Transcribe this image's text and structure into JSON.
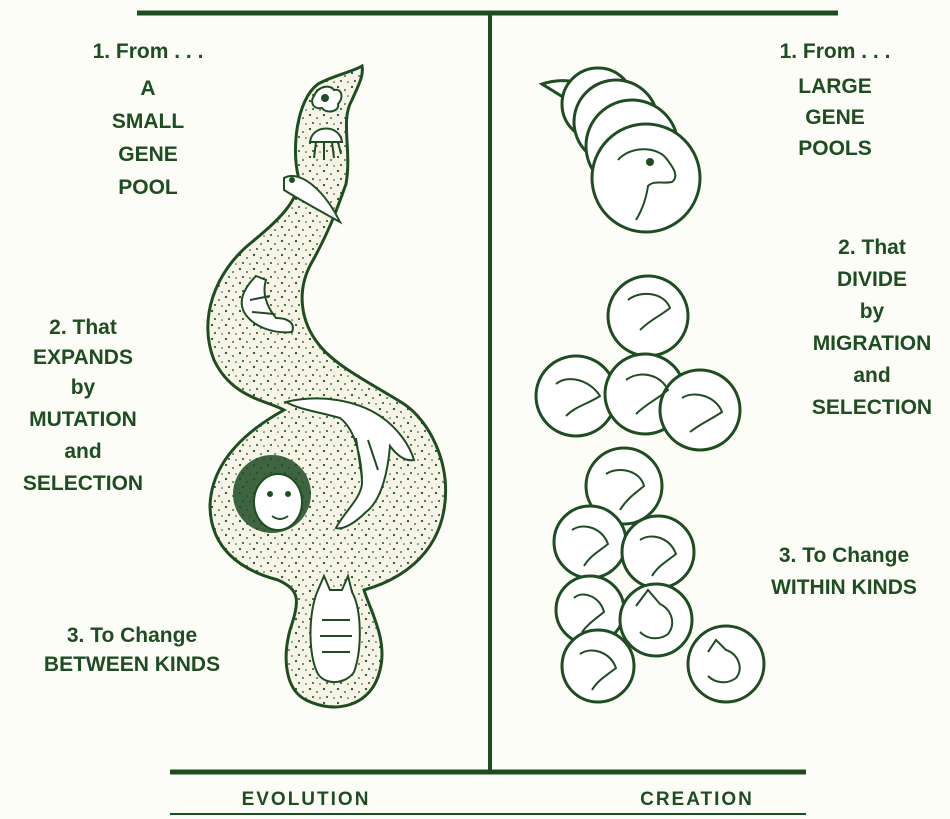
{
  "evolution": {
    "step1": [
      "1. From . . .",
      "A",
      "SMALL",
      "GENE",
      "POOL"
    ],
    "step2": [
      "2. That",
      "EXPANDS",
      "by",
      "MUTATION",
      "and",
      "SELECTION"
    ],
    "step3": [
      "3. To Change",
      "BETWEEN KINDS"
    ],
    "footer": "EVOLUTION"
  },
  "creation": {
    "step1": [
      "1. From . . .",
      "LARGE",
      "GENE",
      "POOLS"
    ],
    "step2": [
      "2. That",
      "DIVIDE",
      "by",
      "MIGRATION",
      "and",
      "SELECTION"
    ],
    "step3": [
      "3. To Change",
      "WITHIN KINDS"
    ],
    "footer": "CREATION"
  },
  "colors": {
    "ink": "#1f4d22",
    "paper": "#fdfdf8"
  }
}
